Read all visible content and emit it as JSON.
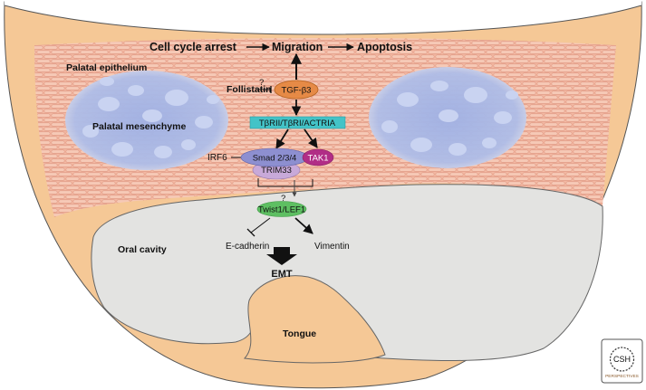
{
  "process": {
    "cell_cycle_arrest": "Cell cycle arrest",
    "migration": "Migration",
    "apoptosis": "Apoptosis"
  },
  "regions": {
    "palatal_epithelium": "Palatal epithelium",
    "palatal_mesenchyme": "Palatal mesenchyme",
    "oral_cavity": "Oral cavity",
    "tongue": "Tongue"
  },
  "pathway": {
    "follistatin": "Follistatin",
    "unknown_mark": "?",
    "tgfb3": "TGF-β3",
    "receptors": "TβRII/TβRI/ACTRIA",
    "irf6": "IRF6",
    "smad": "Smad 2/3/4",
    "tak1": "TAK1",
    "trim33": "TRIM33",
    "twist_lef": "Twist1/LEF1",
    "ecadherin": "E-cadherin",
    "vimentin": "Vimentin",
    "emt": "EMT"
  },
  "logo": {
    "text_top": "CSH",
    "text_bottom": "PERSPECTIVES"
  },
  "colors": {
    "tissue": "#f5c896",
    "epithelium_cells": "#f3b8a2",
    "mesenchyme": "#a9b9e6",
    "cavity": "#e3e3e1",
    "tgfb3": "#e68a46",
    "receptor": "#43c3c7",
    "smad": "#8d8fd0",
    "tak1": "#b12d86",
    "trim33": "#c8a9d9",
    "twist": "#5ebf62"
  }
}
